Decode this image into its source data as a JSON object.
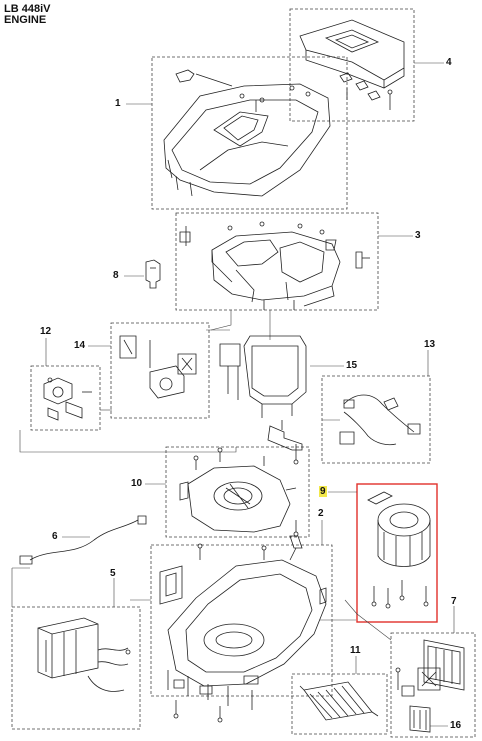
{
  "header": {
    "model": "LB 448iV",
    "section": "ENGINE"
  },
  "callouts": {
    "c1": "1",
    "c2": "2",
    "c3": "3",
    "c4": "4",
    "c5": "5",
    "c6": "6",
    "c7": "7",
    "c8": "8",
    "c9": "9",
    "c10": "10",
    "c11": "11",
    "c12": "12",
    "c13": "13",
    "c14": "14",
    "c15": "15",
    "c16": "16"
  },
  "colors": {
    "highlight_box": "#e0312b",
    "highlight_marker": "#f2e84a",
    "line": "#222222"
  }
}
